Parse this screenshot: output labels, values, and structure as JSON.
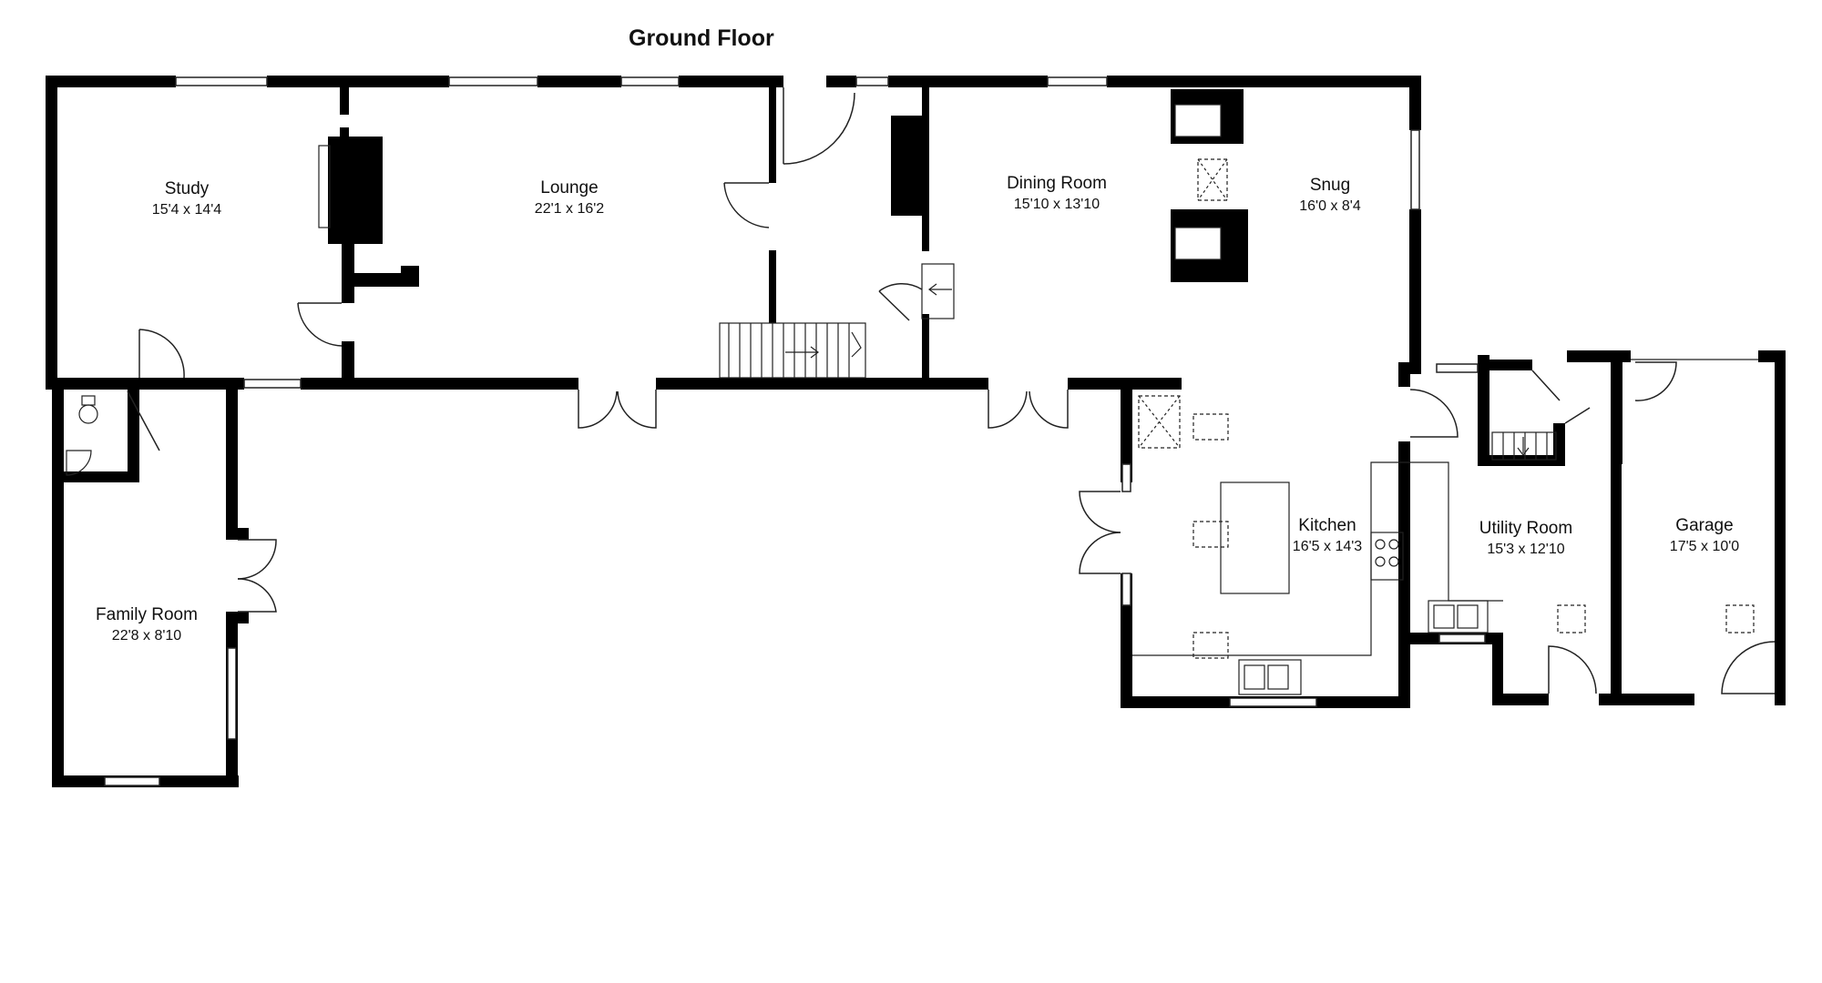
{
  "floor_title": "Ground Floor",
  "rooms": [
    {
      "name": "Study",
      "dims": "15'4 x 14'4"
    },
    {
      "name": "Lounge",
      "dims": "22'1 x 16'2"
    },
    {
      "name": "Dining Room",
      "dims": "15'10 x 13'10"
    },
    {
      "name": "Snug",
      "dims": "16'0 x 8'4"
    },
    {
      "name": "Kitchen",
      "dims": "16'5 x 14'3"
    },
    {
      "name": "Utility Room",
      "dims": "15'3 x 12'10"
    },
    {
      "name": "Garage",
      "dims": "17'5 x 10'0"
    },
    {
      "name": "Family Room",
      "dims": "22'8 x 8'10"
    }
  ],
  "colors": {
    "wall": "#000000",
    "line": "#222222",
    "background": "#ffffff"
  }
}
